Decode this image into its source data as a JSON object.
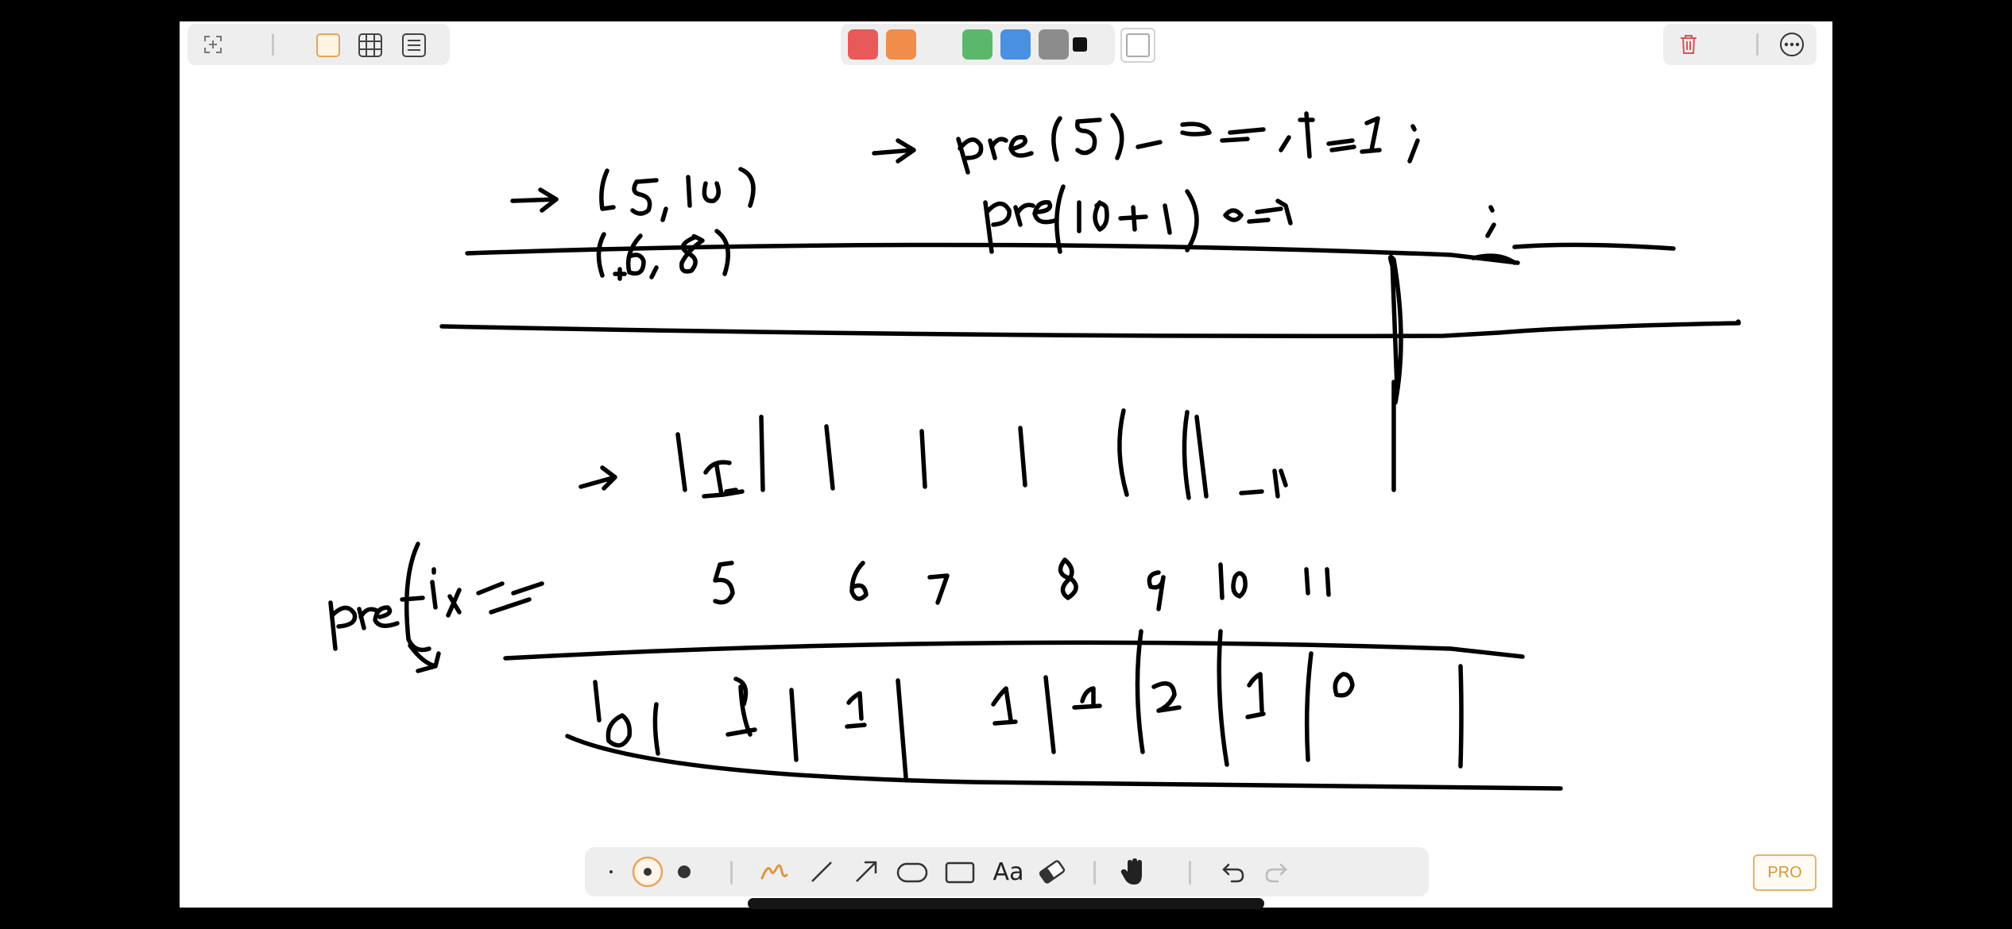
{
  "top_left_toolbar": {
    "icons": [
      "expand-icon",
      "frame-icon",
      "grid-icon",
      "lines-icon"
    ]
  },
  "color_palette": {
    "colors": [
      "#e85a5a",
      "#f28c4a",
      "#5bb86a",
      "#4a90e2",
      "#8c8c8c",
      "#111111"
    ],
    "selected": "#111111"
  },
  "top_right_toolbar": {
    "icons": [
      "trash-icon",
      "more-icon"
    ]
  },
  "bottom_toolbar": {
    "stroke_sizes": [
      "small",
      "medium",
      "large"
    ],
    "selected_size": "medium",
    "tools": [
      "pen",
      "line",
      "arrow",
      "ellipse",
      "rectangle",
      "text",
      "eraser",
      "hand"
    ],
    "selected_tool": "pen",
    "text_tool_label": "Aa",
    "icons": [
      "undo-icon",
      "redo-icon"
    ]
  },
  "pro_badge": "PRO"
}
